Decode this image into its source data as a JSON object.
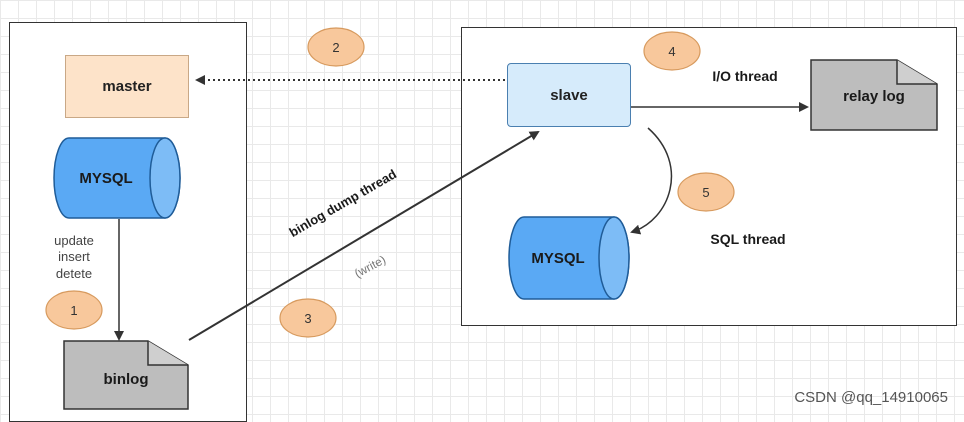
{
  "master": {
    "label": "master"
  },
  "master_mysql": {
    "label": "MYSQL"
  },
  "ops": [
    "update",
    "insert",
    "detete"
  ],
  "binlog": {
    "label": "binlog"
  },
  "slave": {
    "label": "slave"
  },
  "slave_mysql": {
    "label": "MYSQL"
  },
  "relay_log": {
    "label": "relay log"
  },
  "io_thread": {
    "label": "I/O thread"
  },
  "sql_thread": {
    "label": "SQL thread"
  },
  "binlog_dump_thread": {
    "label": "binlog dump thread"
  },
  "write_label": "(write)",
  "steps": [
    "1",
    "2",
    "3",
    "4",
    "5"
  ],
  "watermark": "CSDN @qq_14910065",
  "colors": {
    "cylinder": "#5aa9f4",
    "cylinder_stroke": "#1f5c98",
    "step_circle": "#f8c89c",
    "step_stroke": "#d79a5e",
    "doc": "#bdbdbd"
  }
}
